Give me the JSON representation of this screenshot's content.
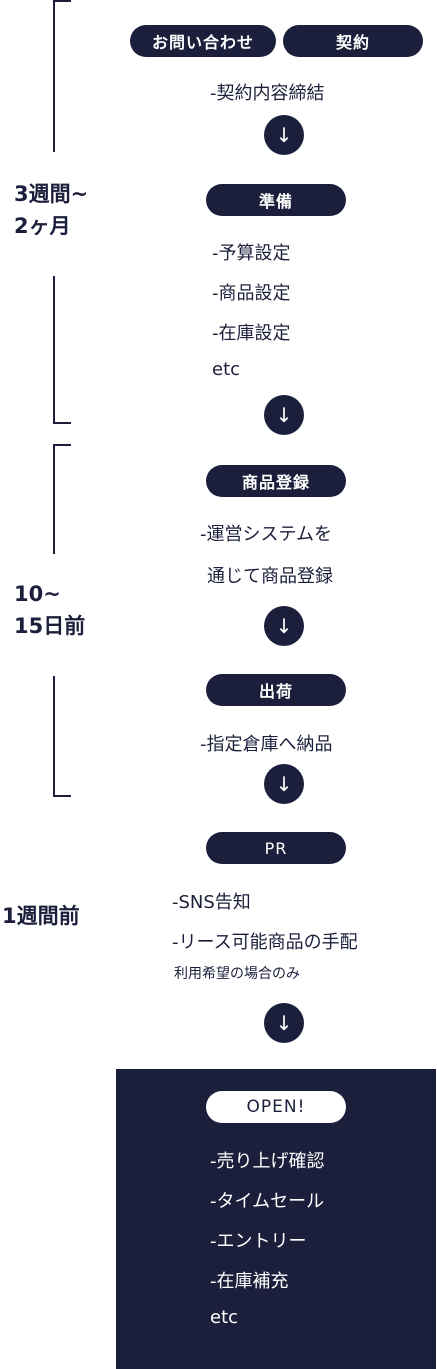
{
  "steps": {
    "inquiry": "お問い合わせ",
    "contract": "契約",
    "contract_item": "-契約内容締結",
    "prep": "準備",
    "prep_items": [
      "-予算設定",
      "-商品設定",
      "-在庫設定",
      "etc"
    ],
    "register": "商品登録",
    "register_items": [
      "-運営システムを",
      "通じて商品登録"
    ],
    "ship": "出荷",
    "ship_item": "-指定倉庫へ納品",
    "pr": "PR",
    "pr_items": [
      "-SNS告知",
      "-リース可能商品の手配"
    ],
    "pr_note": "利用希望の場合のみ",
    "open": "OPEN!",
    "open_items": [
      "-売り上げ確認",
      "-タイムセール",
      "-エントリー",
      "-在庫補充",
      "etc"
    ]
  },
  "arrow": "↓",
  "timeline": {
    "weeks_line1": "3週間~",
    "weeks_line2": "2ヶ月",
    "days_line1": "10~",
    "days_line2": "15日前",
    "week_before": "1週間前"
  },
  "colors": {
    "navy": "#1b1f3b",
    "white": "#ffffff"
  }
}
